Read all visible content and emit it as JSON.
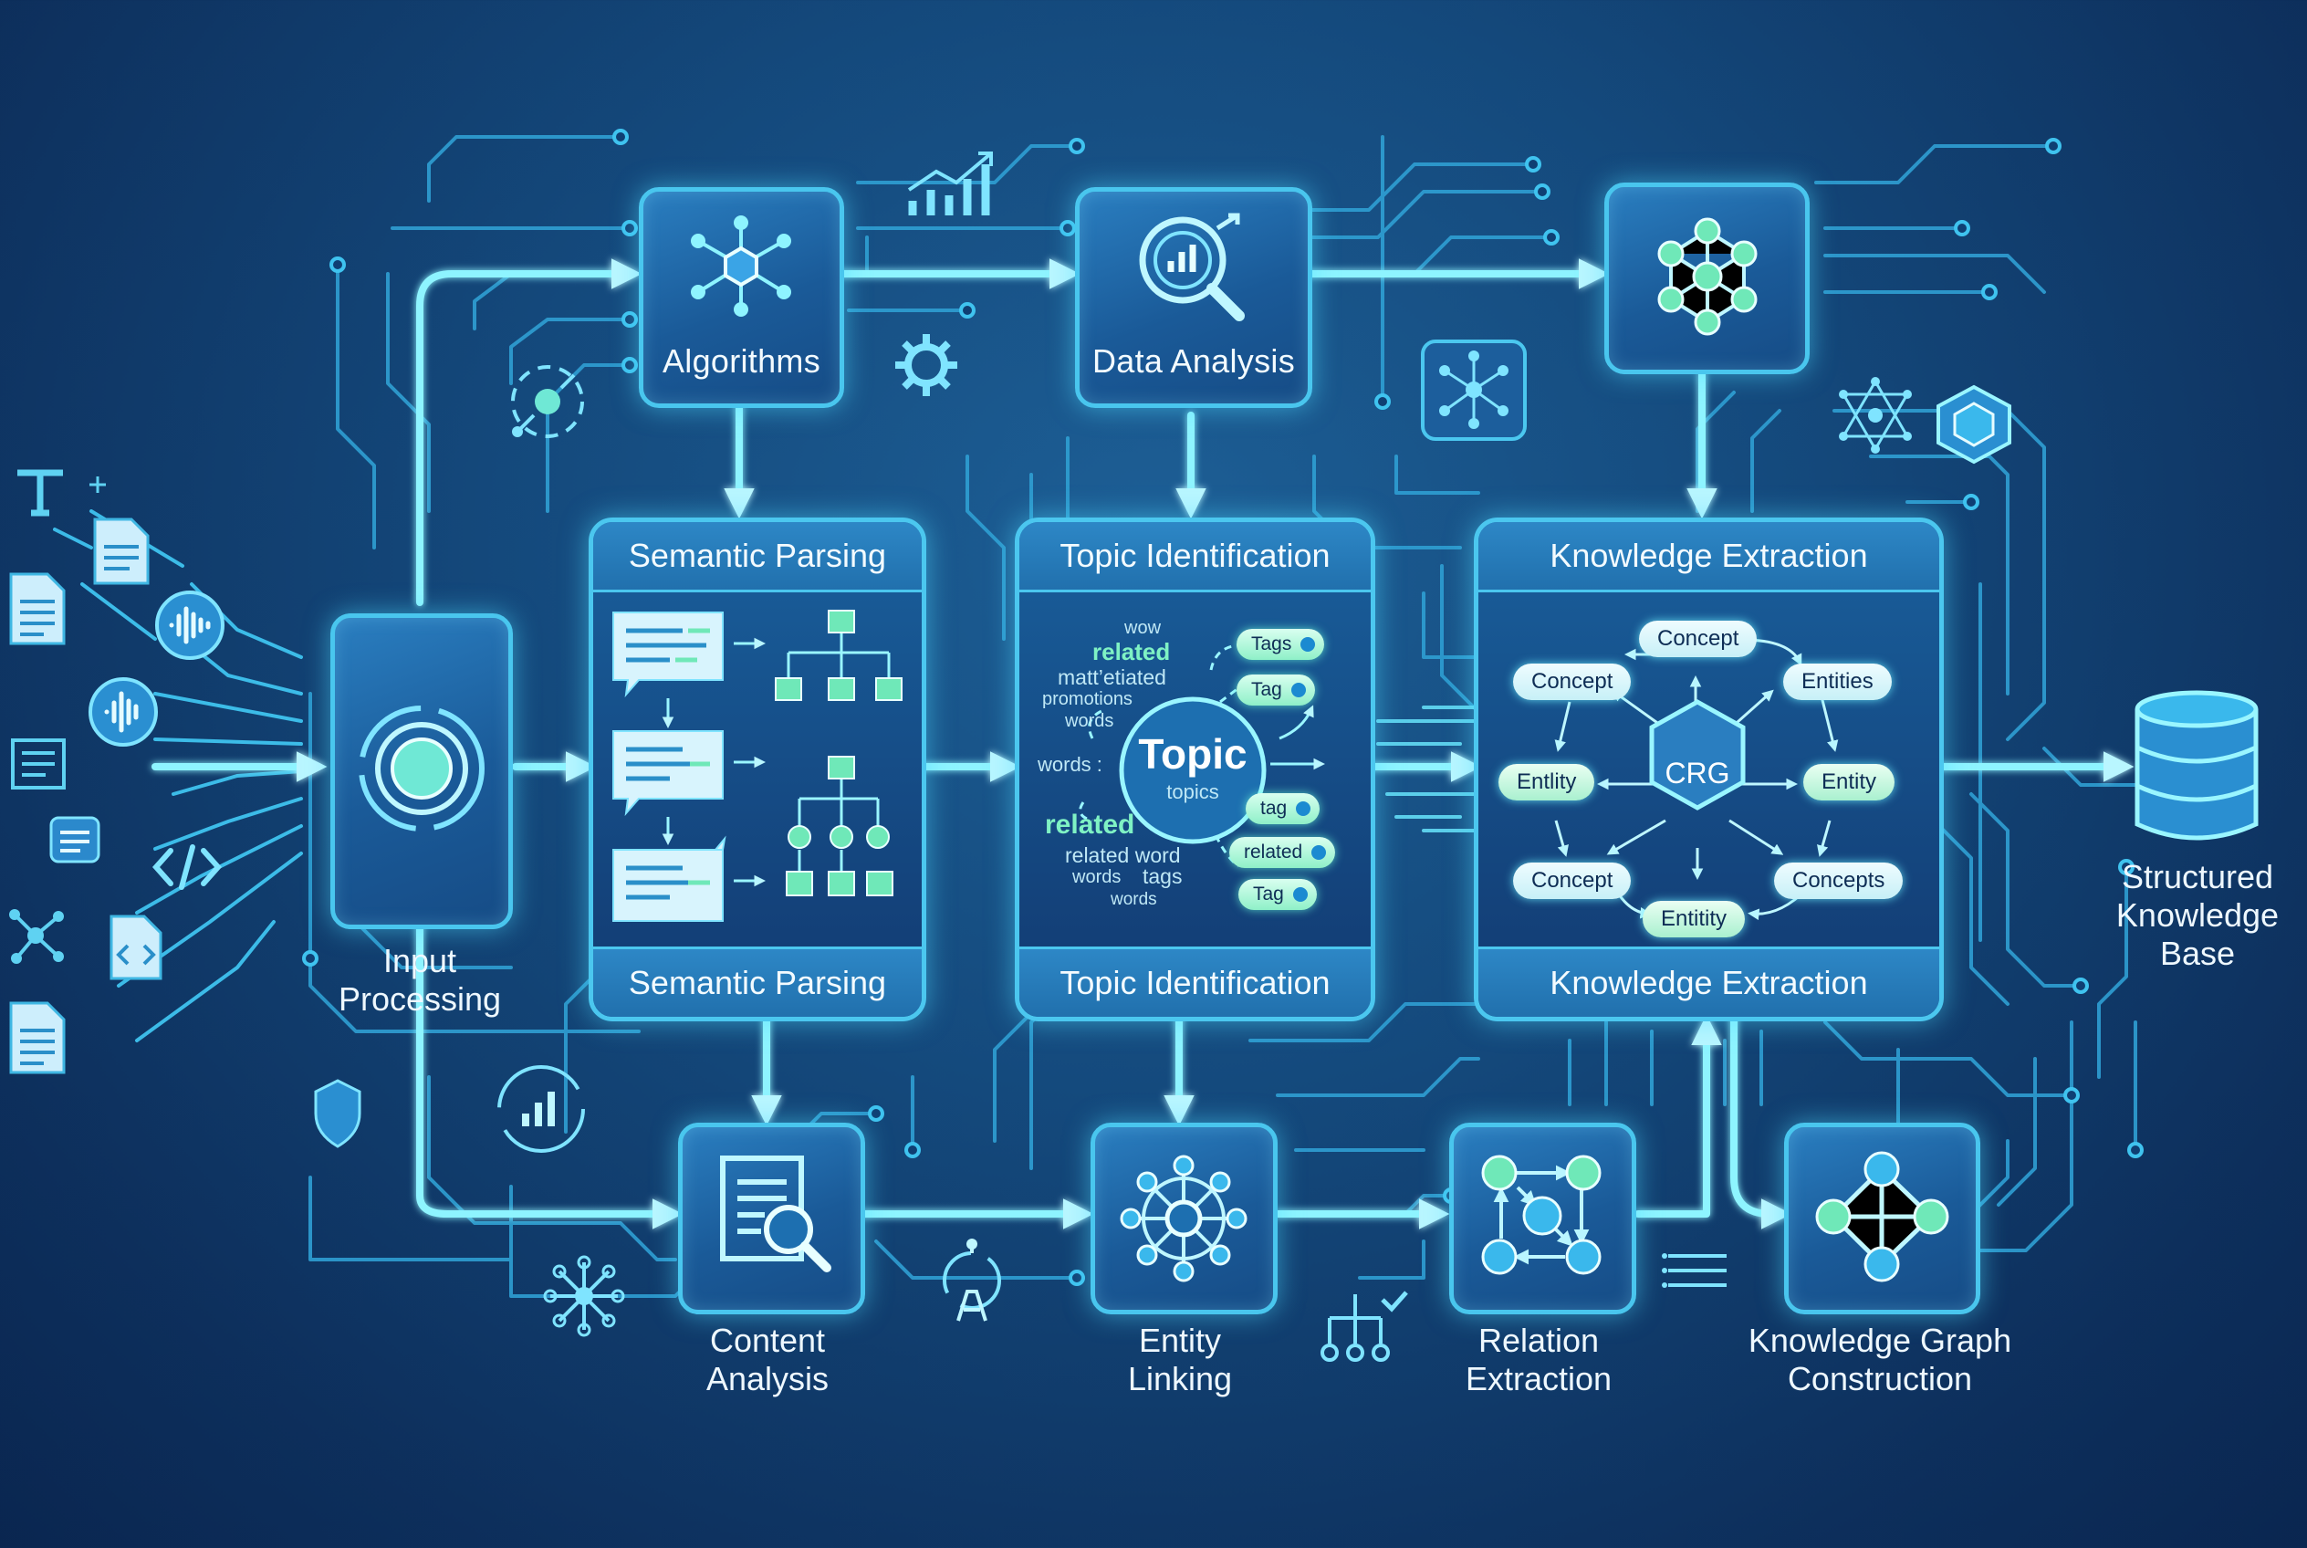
{
  "nodes": {
    "algorithms": "Algorithms",
    "data_analysis": "Data Analysis",
    "input_processing": "Input\nProcessing",
    "content_analysis": "Content\nAnalysis",
    "entity_linking": "Entity\nLinking",
    "relation_extraction": "Relation\nExtraction",
    "kg_construction": "Knowledge Graph\nConstruction",
    "structured_kb": "Structured\nKnowledge\nBase"
  },
  "panels": {
    "semantic_parsing": {
      "title": "Semantic Parsing",
      "footer": "Semantic Parsing"
    },
    "topic_identification": {
      "title": "Topic Identification",
      "footer": "Topic Identification"
    },
    "knowledge_extraction": {
      "title": "Knowledge Extraction",
      "footer": "Knowledge Extraction"
    }
  },
  "topic_cloud": {
    "center": "Topic",
    "center_sub": "topics",
    "words": [
      "wow",
      "related",
      "matt’etiated",
      "promotions",
      "words",
      "words :",
      "related",
      "related word",
      "words",
      "tags",
      "words"
    ],
    "tags": [
      "Tags",
      "Tag",
      "tag",
      "related",
      "Tag"
    ]
  },
  "knowledge_graph": {
    "center": "CRG",
    "nodes": [
      "Concept",
      "Concept",
      "Entities",
      "Entlity",
      "Entity",
      "Concept",
      "Concepts",
      "Entitity"
    ]
  },
  "icons": [
    "text-icon",
    "document-icon",
    "audio-wave-icon",
    "code-icon",
    "network-icon",
    "gear-icon",
    "growth-chart-icon",
    "molecule-icon",
    "hexagon-icon",
    "database-icon",
    "magnifier-icon"
  ],
  "colors": {
    "background": "#14497c",
    "line": "#3fb7e3",
    "glow": "#7ef0ff",
    "accent_green": "#6fe8b8"
  }
}
